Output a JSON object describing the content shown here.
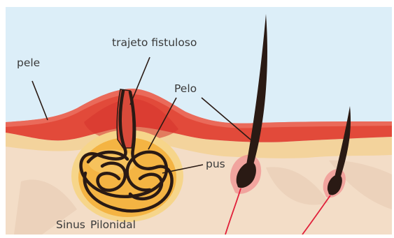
{
  "diagram": {
    "labels": {
      "pele": "pele",
      "trajeto": "trajeto fistuloso",
      "pelo": "Pelo",
      "pus": "pus",
      "sinus_1": "Sinus",
      "sinus_2": "Pilonidal"
    },
    "colors": {
      "background": "#ffffff",
      "sky": "#dceef8",
      "epidermis": "#e24a3a",
      "epidermis_light": "#f08070",
      "fat_layer": "#f3d39c",
      "dermis": "#f3ddc7",
      "dermis_shade": "#ead0b8",
      "cyst_fill": "#f4b443",
      "cyst_ring": "#f6d58a",
      "hair": "#2a1a14",
      "vessel": "#e0203a"
    }
  }
}
